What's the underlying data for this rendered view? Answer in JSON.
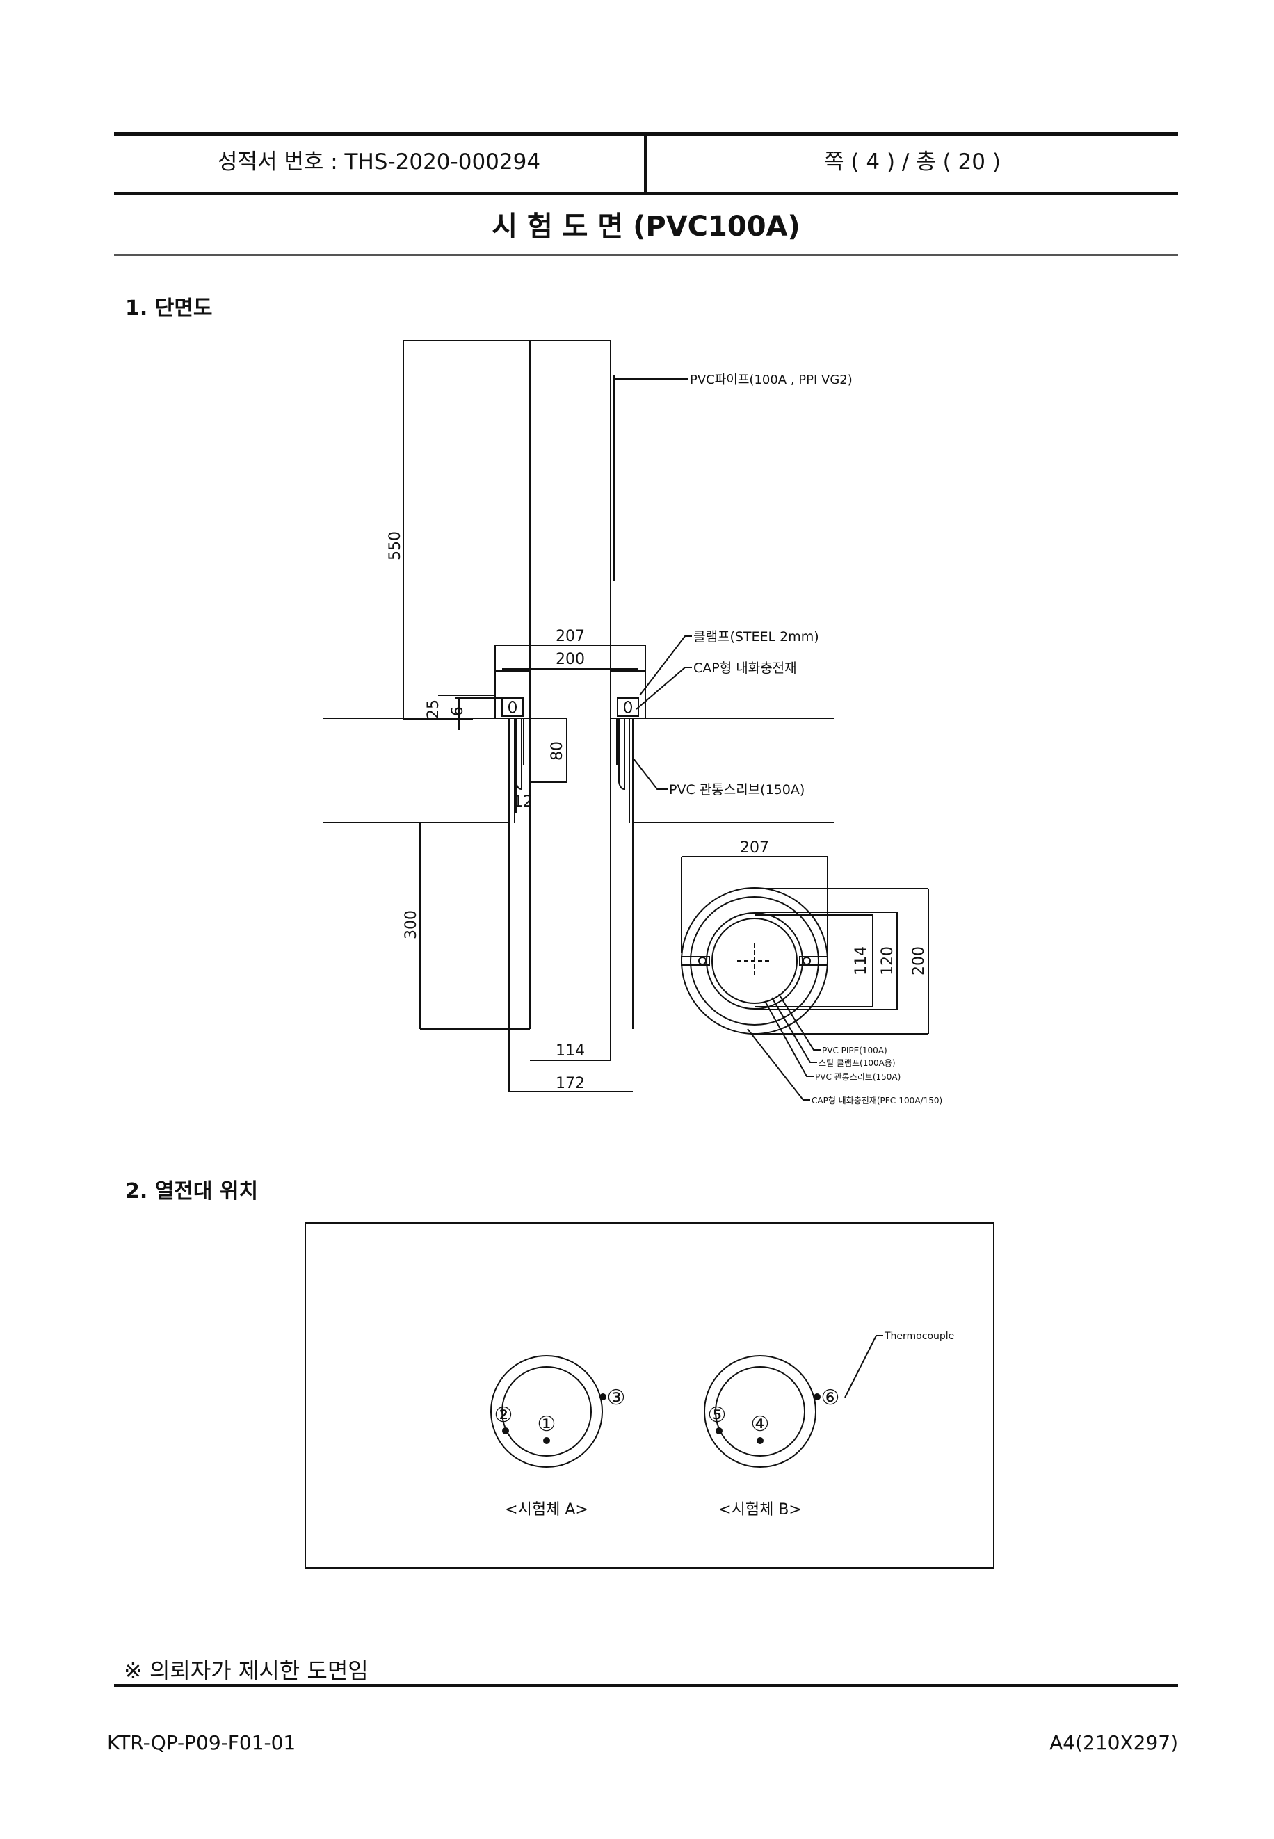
{
  "header": {
    "report_no": "성적서 번호 : THS-2020-000294",
    "page_info": "쪽 ( 4 ) / 총 ( 20 )"
  },
  "title": "시 험 도 면 (PVC100A)",
  "section1": {
    "heading": "1. 단면도",
    "dims": {
      "d550": "550",
      "d207_top": "207",
      "d200_top": "200",
      "d25": "25",
      "d6": "6",
      "d80": "80",
      "d12": "12",
      "d300": "300",
      "d114_bottom": "114",
      "d172": "172",
      "d207_plan": "207",
      "d114_plan": "114",
      "d120": "120",
      "d200_plan": "200"
    },
    "labels": {
      "pvc_pipe": "PVC파이프(100A , PPI VG2)",
      "clamp": "클램프(STEEL 2mm)",
      "cap_filler": "CAP형 내화충전재",
      "pvc_sleeve": "PVC 관통스리브(150A)",
      "plan_pipe": "PVC PIPE(100A)",
      "plan_clamp": "스틸 클램프(100A용)",
      "plan_sleeve": "PVC 관통스리브(150A)",
      "plan_cap": "CAP형 내화충전재(PFC-100A/150)"
    }
  },
  "section2": {
    "heading": "2. 열전대 위치",
    "thermocouple": "Thermocouple",
    "specimen_a": "<시험체 A>",
    "specimen_b": "<시험체 B>",
    "points": [
      "①",
      "②",
      "③",
      "④",
      "⑤",
      "⑥"
    ]
  },
  "note": "※ 의뢰자가 제시한 도면임",
  "footer": {
    "form_code": "KTR-QP-P09-F01-01",
    "paper_size": "A4(210X297)"
  }
}
